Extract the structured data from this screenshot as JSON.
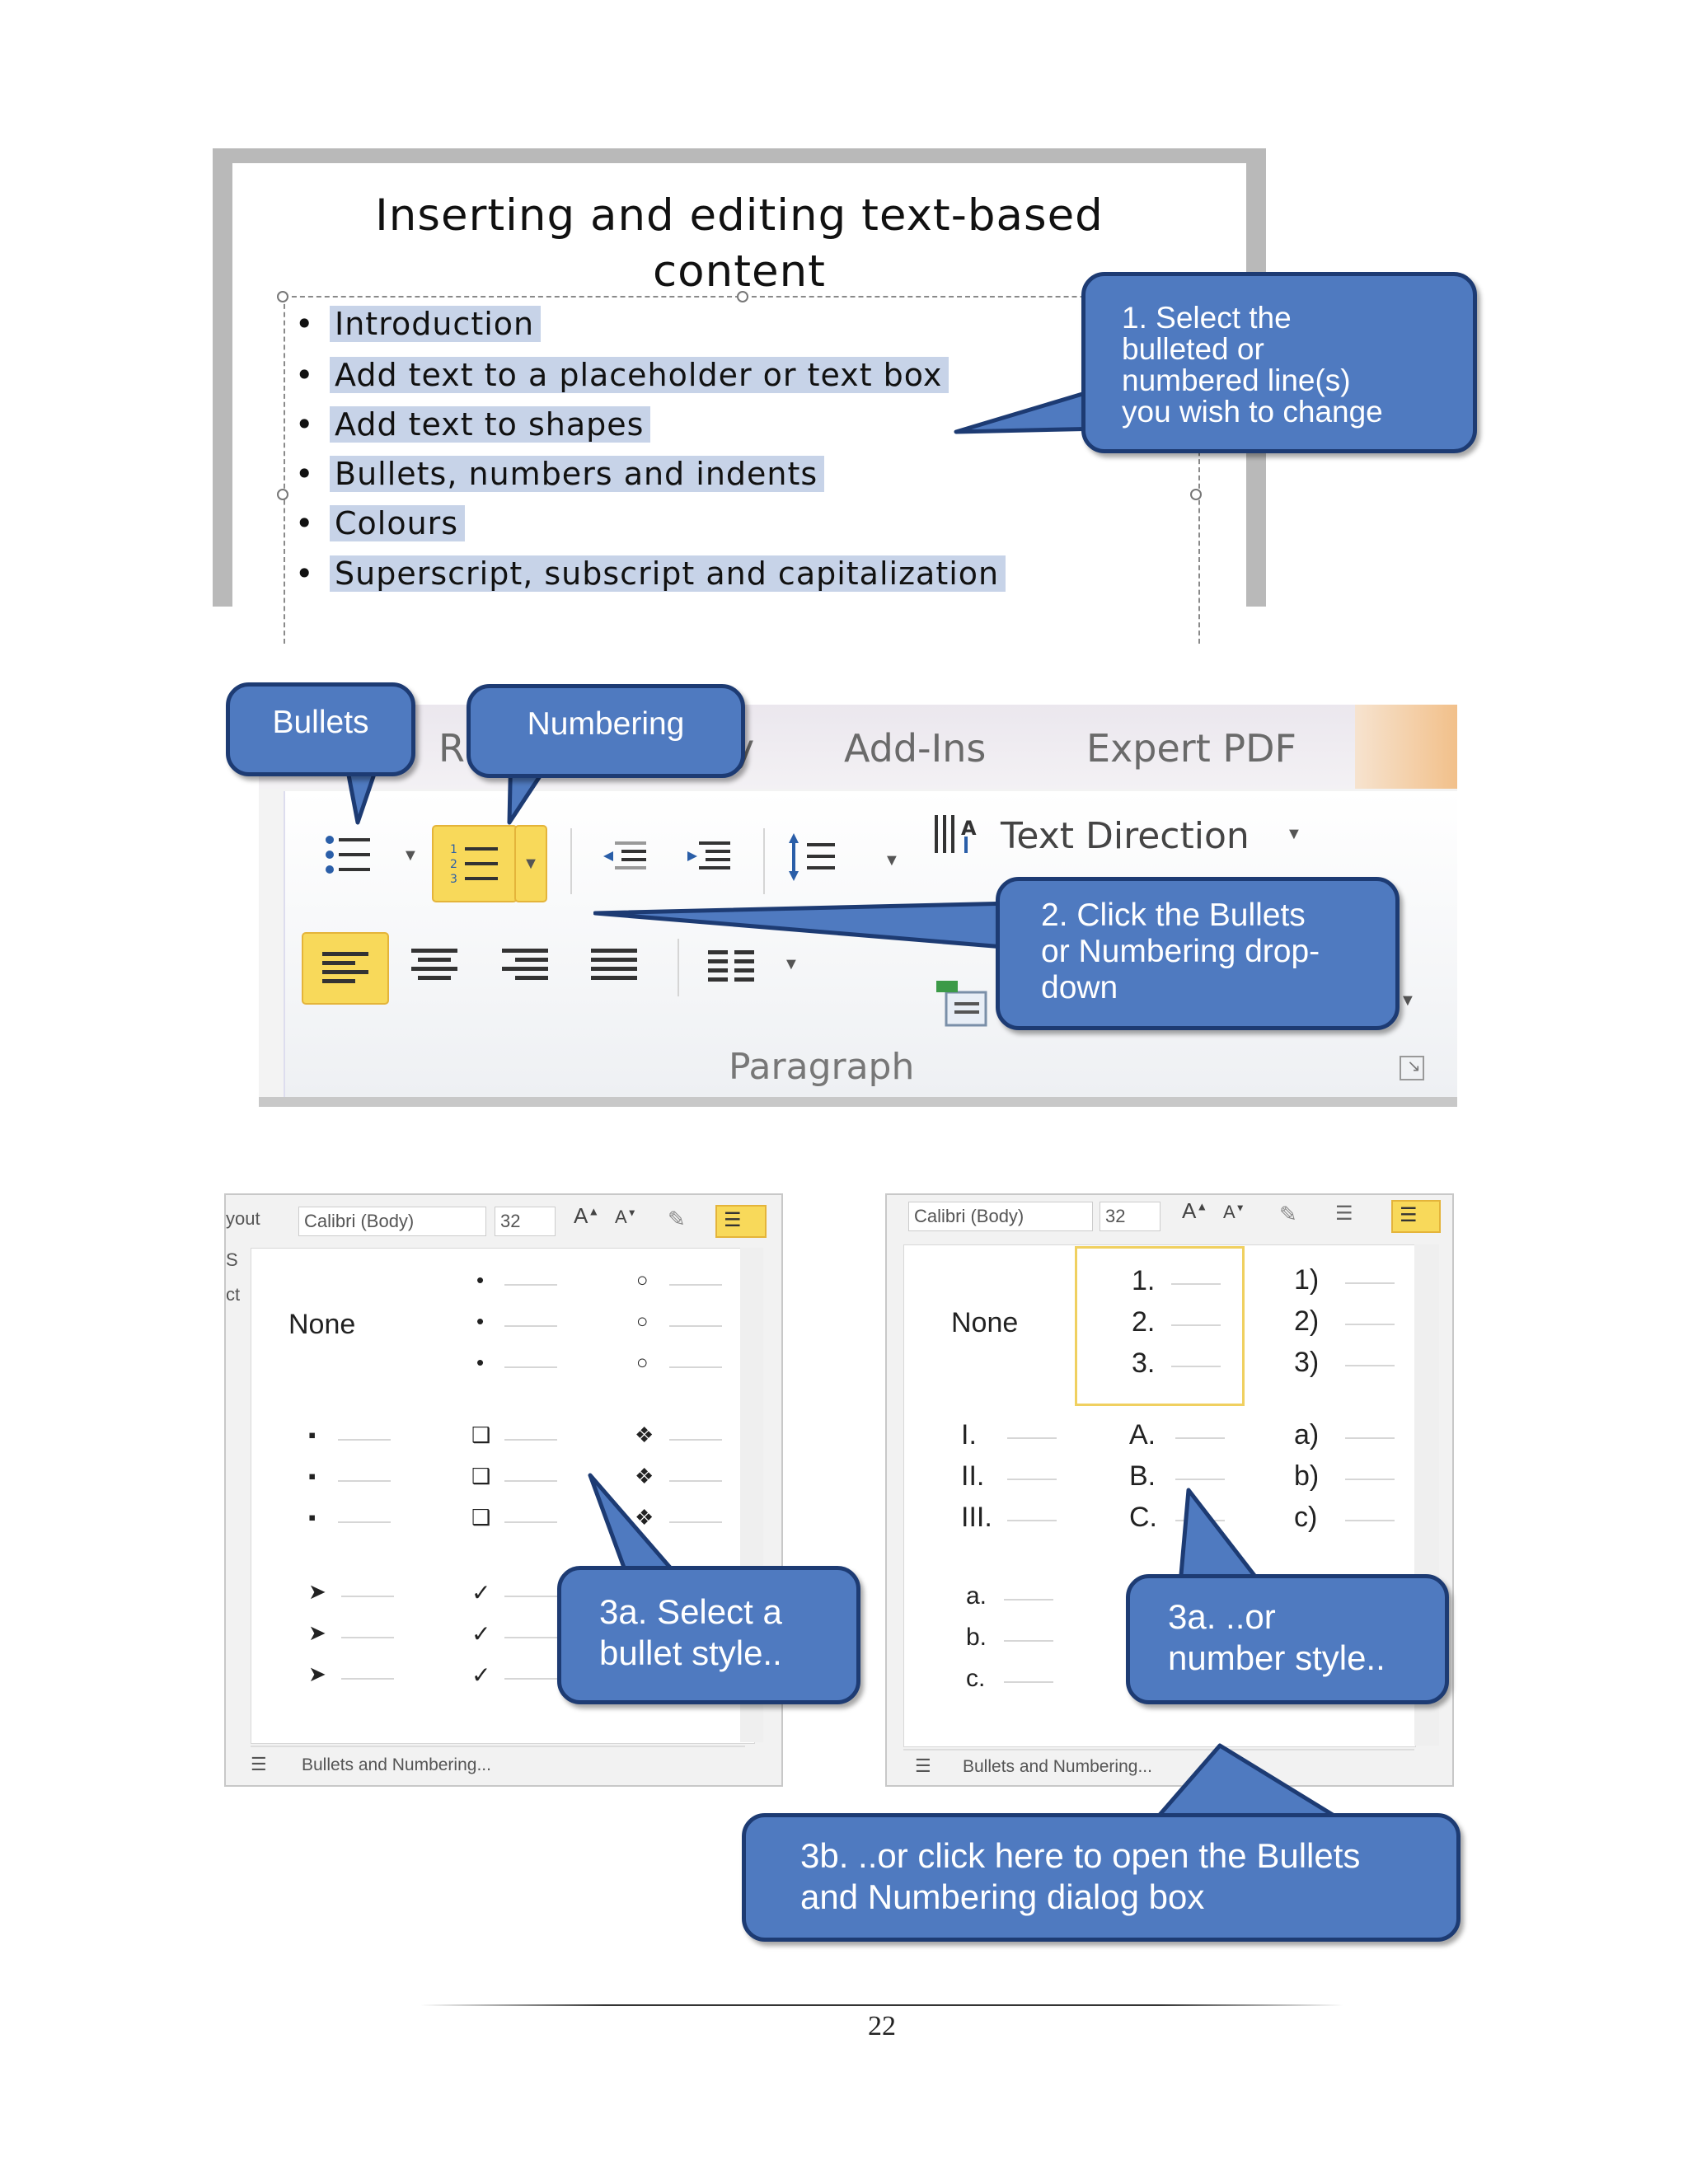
{
  "slide": {
    "title_line1": "Inserting and editing text-based",
    "title_line2": "content",
    "bullets": [
      "Introduction",
      "Add text to a placeholder or text box",
      "Add text to shapes",
      "Bullets, numbers and indents",
      "Colours",
      "Superscript, subscript and capitalization"
    ]
  },
  "callouts": {
    "step1": [
      "1. Select the",
      "bulleted or",
      "numbered line(s)",
      "you wish to change"
    ],
    "bullets": "Bullets",
    "numbering": "Numbering",
    "step2": [
      "2. Click the Bullets",
      "or Numbering drop-",
      "down"
    ],
    "step3a_bullet": [
      "3a. Select a",
      "bullet style.."
    ],
    "step3a_number": [
      "3a. ..or",
      "number style.."
    ],
    "step3b": [
      "3b. ..or click here to open the Bullets",
      "and Numbering  dialog box"
    ]
  },
  "ribbon": {
    "tabs": [
      "R",
      "y",
      "Add-Ins",
      "Expert PDF"
    ],
    "text_direction": "Text Direction",
    "group_label": "Paragraph"
  },
  "bullet_gallery": {
    "toolbar_left": "yout",
    "font": "Calibri (Body)",
    "size": "32",
    "side_letters": [
      "S",
      "ct"
    ],
    "none_label": "None",
    "footer": "Bullets and Numbering..."
  },
  "number_gallery": {
    "font": "Calibri (Body)",
    "size": "32",
    "none_label": "None",
    "arabic_period": [
      "1.",
      "2.",
      "3."
    ],
    "arabic_paren": [
      "1)",
      "2)",
      "3)"
    ],
    "roman": [
      "I.",
      "II.",
      "III."
    ],
    "upper_alpha": [
      "A.",
      "B.",
      "C."
    ],
    "lower_alpha_paren": [
      "a)",
      "b)",
      "c)"
    ],
    "lower_alpha_period": [
      "a.",
      "b.",
      "c."
    ],
    "footer": "Bullets and Numbering..."
  },
  "page_number": "22"
}
